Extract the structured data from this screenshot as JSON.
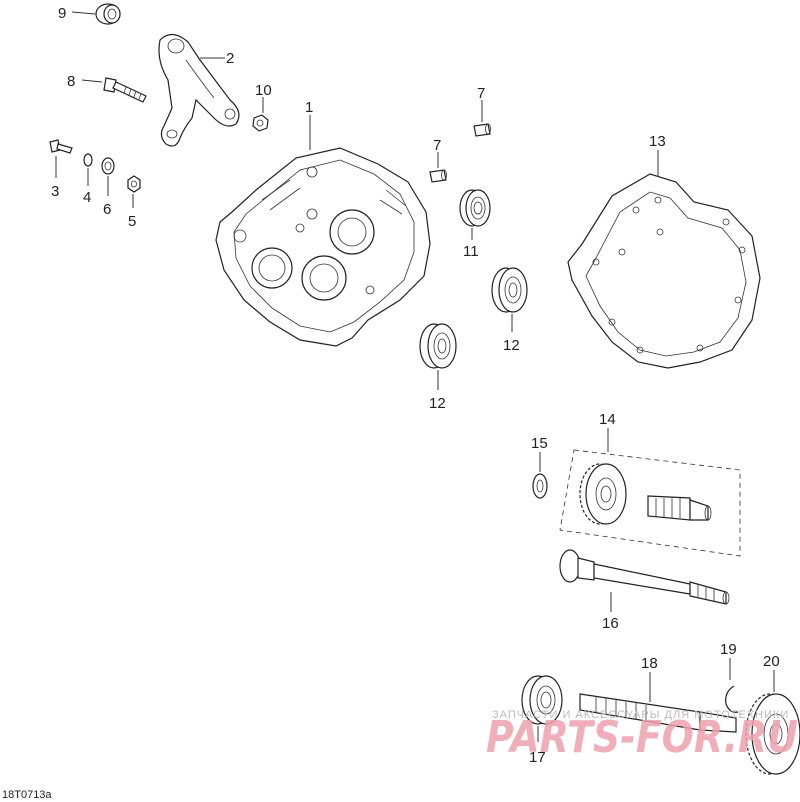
{
  "diagram_code": "18T0713a",
  "watermark": {
    "top_text": "ЗАПЧАСТИ И АКСЕССУАРЫ ДЛЯ МОТОТЕХНИКИ",
    "brand": "PARTS-FOR.RU"
  },
  "callouts": {
    "c1": "1",
    "c2": "2",
    "c3": "3",
    "c4": "4",
    "c5": "5",
    "c6": "6",
    "c7a": "7",
    "c7b": "7",
    "c8": "8",
    "c9": "9",
    "c10": "10",
    "c11": "11",
    "c12a": "12",
    "c12b": "12",
    "c13": "13",
    "c14": "14",
    "c15": "15",
    "c16": "16",
    "c17": "17",
    "c18": "18",
    "c19": "19",
    "c20": "20"
  }
}
